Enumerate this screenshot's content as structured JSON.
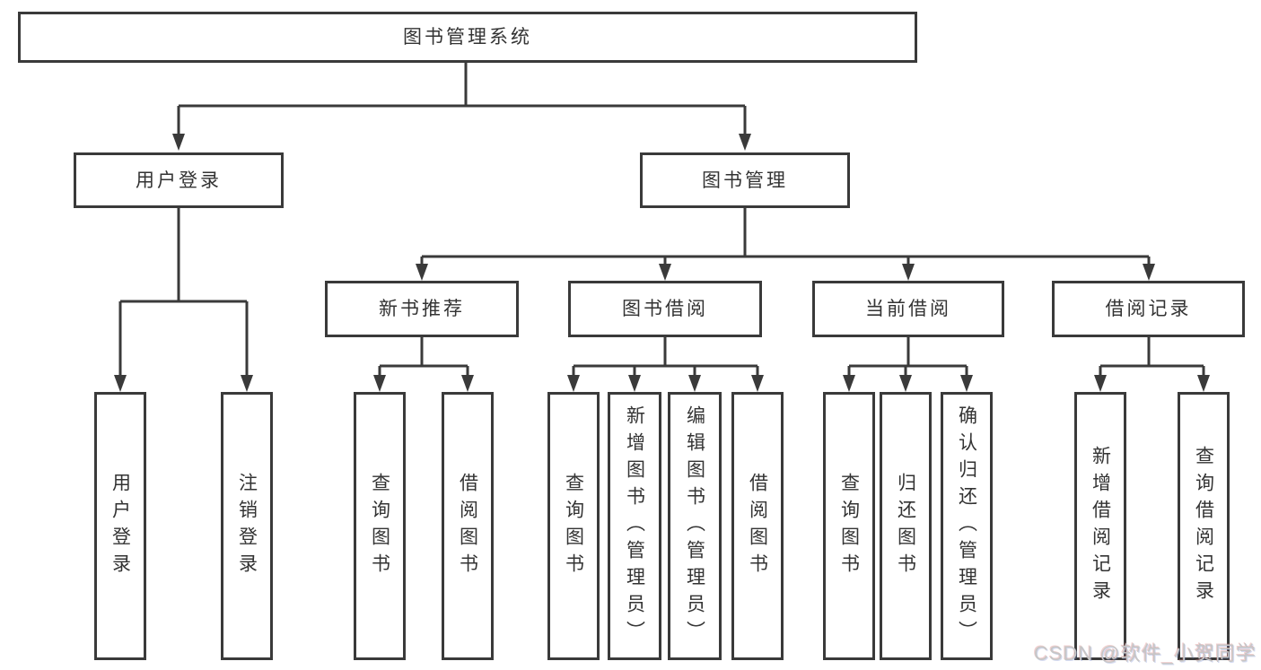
{
  "root": {
    "label": "图书管理系统"
  },
  "branches": {
    "user_login": {
      "label": "用户登录",
      "children": [
        "用户登录",
        "注销登录"
      ]
    },
    "book_mgmt": {
      "label": "图书管理",
      "children": [
        {
          "label": "新书推荐",
          "children": [
            "查询图书",
            "借阅图书"
          ]
        },
        {
          "label": "图书借阅",
          "children": [
            "查询图书",
            "新增图书（管理员）",
            "编辑图书（管理员）",
            "借阅图书"
          ]
        },
        {
          "label": "当前借阅",
          "children": [
            "查询图书",
            "归还图书",
            "确认归还（管理员）"
          ]
        },
        {
          "label": "借阅记录",
          "children": [
            "新增借阅记录",
            "查询借阅记录"
          ]
        }
      ]
    }
  },
  "watermark": {
    "text": "CSDN @软件_小贺同学"
  },
  "colors": {
    "line": "#3a3a3a",
    "text": "#333333",
    "background": "#ffffff",
    "watermark": "#c6c6c6"
  }
}
